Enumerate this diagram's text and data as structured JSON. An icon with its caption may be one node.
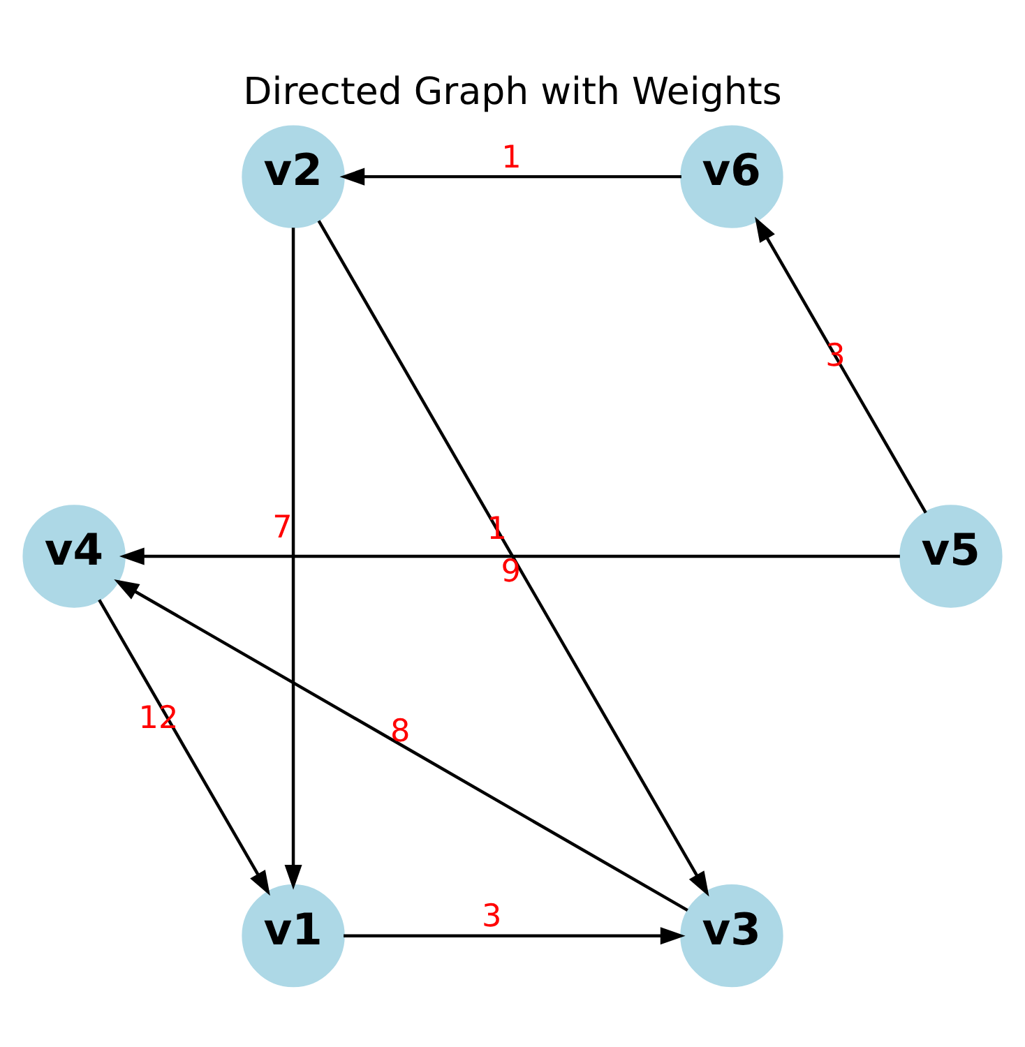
{
  "diagram": {
    "title": "Directed Graph with Weights",
    "nodes": [
      {
        "text": [
          "v3"
        ]
      },
      {
        "text": [
          "v2"
        ]
      },
      {
        "text": [
          "v4"
        ]
      },
      {
        "text": [
          "v1"
        ]
      },
      {
        "text": [
          "v5"
        ]
      },
      {
        "text": [
          "v6"
        ]
      }
    ],
    "edges": [
      {
        "from": 1,
        "to": 0,
        "arrow": "to",
        "label": "1"
      },
      {
        "from": 1,
        "to": 3,
        "arrow": "to",
        "label": "7"
      },
      {
        "from": 3,
        "to": 0,
        "arrow": "to",
        "label": "3"
      },
      {
        "from": 0,
        "to": 2,
        "arrow": "to",
        "label": "8"
      },
      {
        "from": 2,
        "to": 3,
        "arrow": "to",
        "label": "12"
      },
      {
        "from": 5,
        "to": 1,
        "arrow": "to",
        "label": "1"
      },
      {
        "from": 4,
        "to": 2,
        "arrow": "to",
        "label": "9"
      },
      {
        "from": 4,
        "to": 5,
        "arrow": "to",
        "label": "3"
      }
    ]
  }
}
